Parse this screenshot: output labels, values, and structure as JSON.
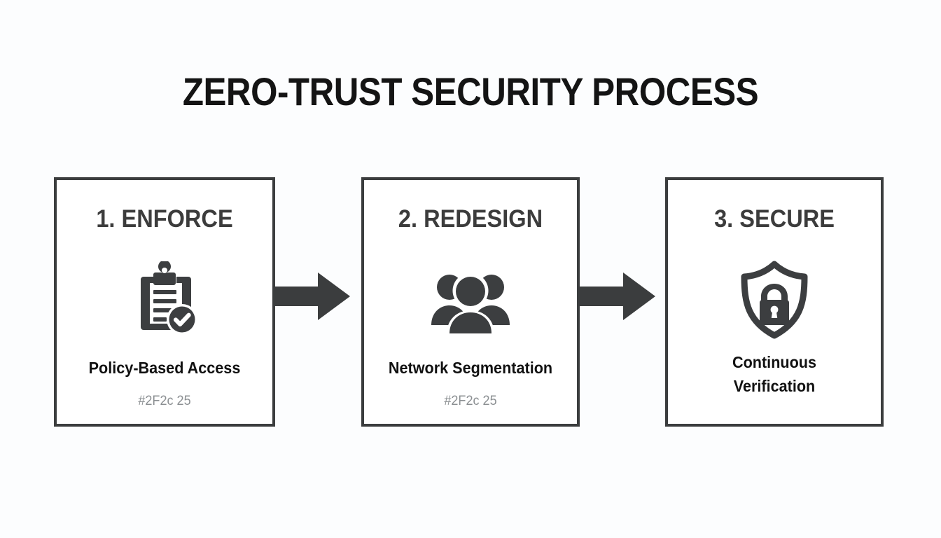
{
  "page": {
    "title": "ZERO-TRUST SECURITY PROCESS",
    "background_color": "#fcfdfe",
    "accent_color": "#3b3d3e",
    "heading_color": "#3c3c3c",
    "label_color": "#111111",
    "code_color": "#8b8f92"
  },
  "steps": [
    {
      "heading": "1. ENFORCE",
      "icon": "clipboard-check-icon",
      "label": "Policy-Based Access",
      "code": "#2F2c 25"
    },
    {
      "heading": "2. REDESIGN",
      "icon": "people-group-icon",
      "label": "Network Segmentation",
      "code": "#2F2c 25"
    },
    {
      "heading": "3. SECURE",
      "icon": "shield-lock-icon",
      "label_line1": "Continuous",
      "label_line2": "Verification",
      "code": ""
    }
  ],
  "connectors": [
    {
      "icon": "arrow-right-icon",
      "from": "1. ENFORCE",
      "to": "2. REDESIGN"
    },
    {
      "icon": "arrow-right-icon",
      "from": "2. REDESIGN",
      "to": "3. SECURE"
    }
  ]
}
